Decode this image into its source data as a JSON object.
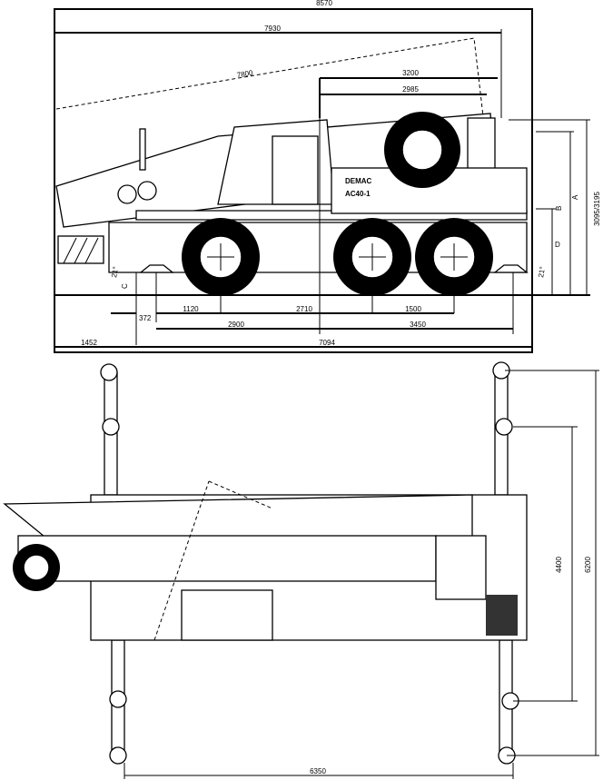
{
  "side_view": {
    "dimensions": {
      "overall_length": "8570",
      "boom_length": "7930",
      "boom_diagonal": "7800",
      "rear_overhang_a": "3200",
      "rear_overhang_b": "2985",
      "front_overhang": "372",
      "front_axle_offset": "1120",
      "axle_span": "2710",
      "rear_axle_spacing": "1500",
      "outrigger_front": "2900",
      "outrigger_rear": "3450",
      "boom_overhang": "1452",
      "chassis_length": "7094",
      "height": "3095/3195"
    },
    "height_labels": {
      "a": "A",
      "b": "B",
      "d": "D",
      "c_front": "C"
    },
    "angles": {
      "front": "21°",
      "rear": "21°"
    },
    "branding": {
      "make": "DEMAC",
      "model": "AC40-1"
    }
  },
  "top_view": {
    "dimensions": {
      "outrigger_width_inner": "4400",
      "outrigger_width_outer": "6200",
      "outrigger_length": "6350"
    }
  }
}
